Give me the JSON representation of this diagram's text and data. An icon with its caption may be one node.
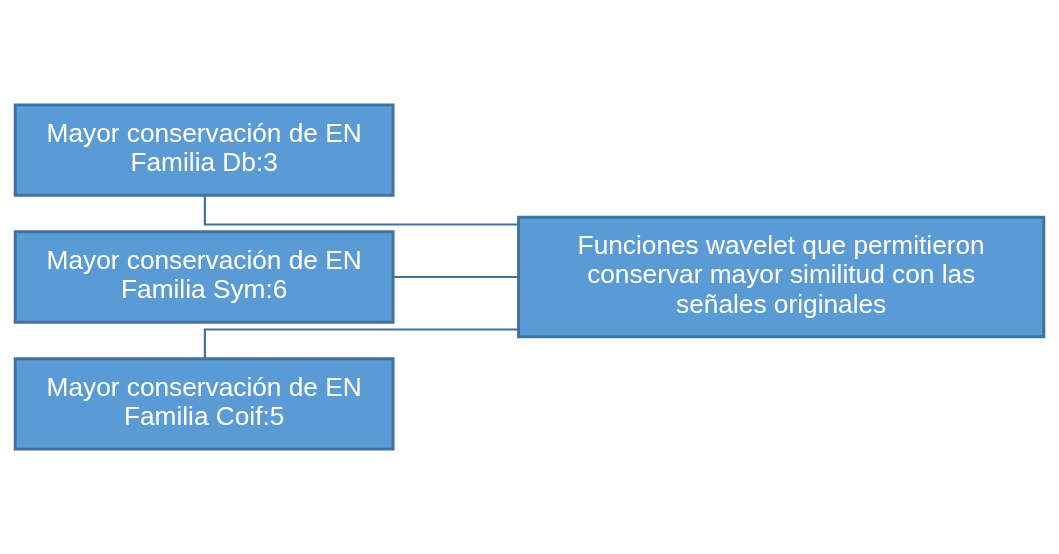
{
  "diagram": {
    "nodes": [
      {
        "text": [
          "Mayor conservación de EN",
          "Familia Db:3"
        ]
      },
      {
        "text": [
          "Mayor conservación de EN",
          "Familia Sym:6"
        ]
      },
      {
        "text": [
          "Mayor conservación de EN",
          "Familia Coif:5"
        ]
      },
      {
        "text": [
          "Funciones wavelet que permitieron conservar mayor similitud con las señales originales"
        ]
      }
    ],
    "edges": [
      {
        "from": 0,
        "to": 3,
        "arrow": "none"
      },
      {
        "from": 1,
        "to": 3,
        "arrow": "none"
      },
      {
        "from": 2,
        "to": 3,
        "arrow": "none"
      }
    ]
  }
}
